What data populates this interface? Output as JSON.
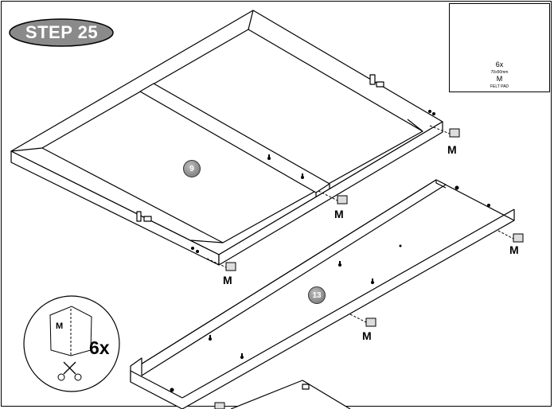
{
  "step": {
    "label": "STEP 25"
  },
  "inset": {
    "quantity": "6x",
    "size": "70x50mm",
    "letter": "M",
    "name": "FELT PAD"
  },
  "parts": {
    "frame_number": "9",
    "rail_number": "13"
  },
  "felt_pad_labels": [
    "M",
    "M",
    "M",
    "M",
    "M"
  ],
  "cut_detail": {
    "letter": "M",
    "quantity": "6x"
  },
  "colors": {
    "badge_fill": "#8a8a8a",
    "badge_border": "#000000",
    "part_circle": "#8f8f8f"
  }
}
